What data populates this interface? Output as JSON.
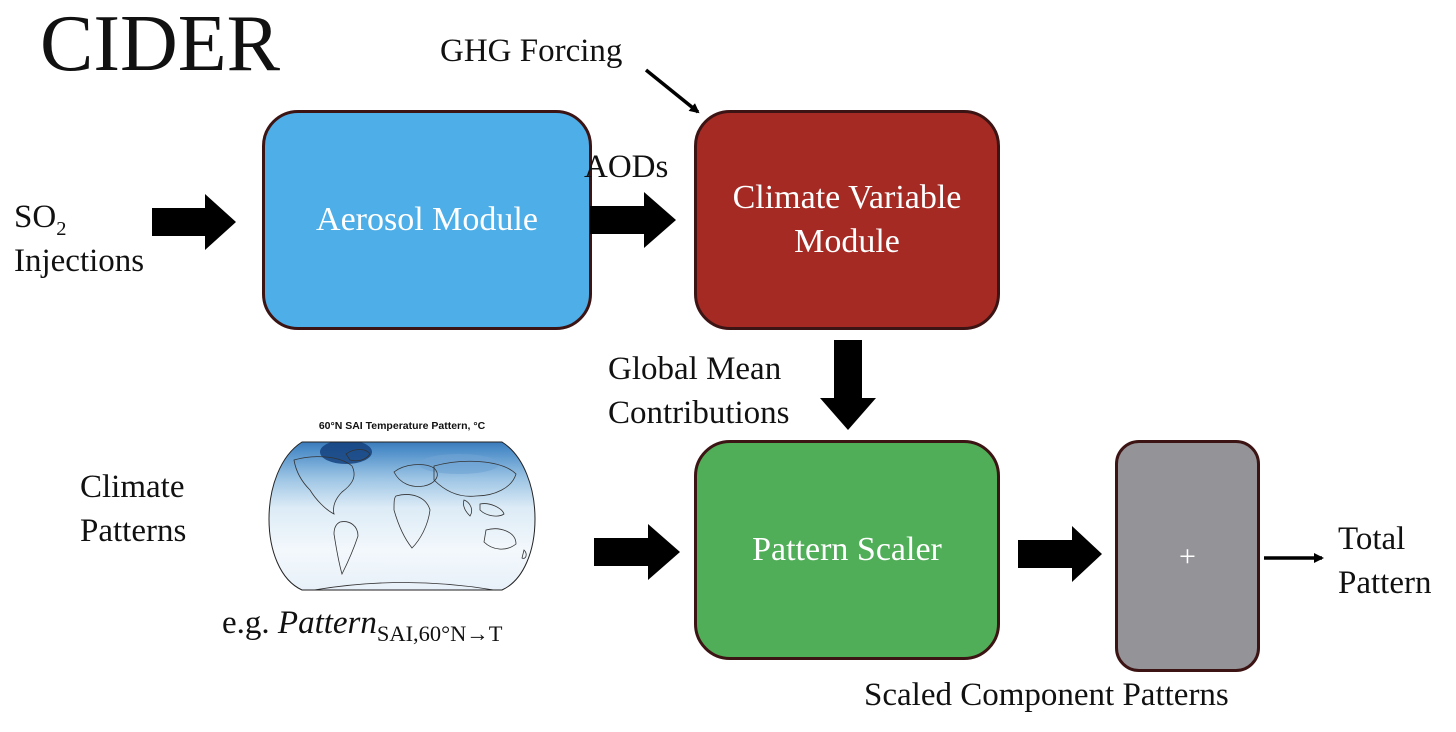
{
  "title": "CIDER",
  "inputs": {
    "so2_main": "SO",
    "so2_sub": "2",
    "injections": "Injections",
    "ghg": "GHG Forcing",
    "patterns_line1": "Climate",
    "patterns_line2": "Patterns"
  },
  "modules": {
    "aerosol": "Aerosol Module",
    "climate_line1": "Climate Variable",
    "climate_line2": "Module",
    "scaler": "Pattern Scaler",
    "sum": "+"
  },
  "edge_labels": {
    "aods": "AODs",
    "global_mean_line1": "Global Mean",
    "global_mean_line2": "Contributions",
    "scaled": "Scaled Component Patterns"
  },
  "outputs": {
    "total_line1": "Total",
    "total_line2": "Pattern"
  },
  "map": {
    "title": "60°N SAI Temperature Pattern, °C"
  },
  "example": {
    "prefix": "e.g. ",
    "italic": "Pattern",
    "sub": "SAI,60°N→T"
  },
  "colors": {
    "aerosol": "#4daee8",
    "climate": "#a52a24",
    "scaler": "#4fae57",
    "sum": "#939398",
    "border": "#3d1414"
  }
}
